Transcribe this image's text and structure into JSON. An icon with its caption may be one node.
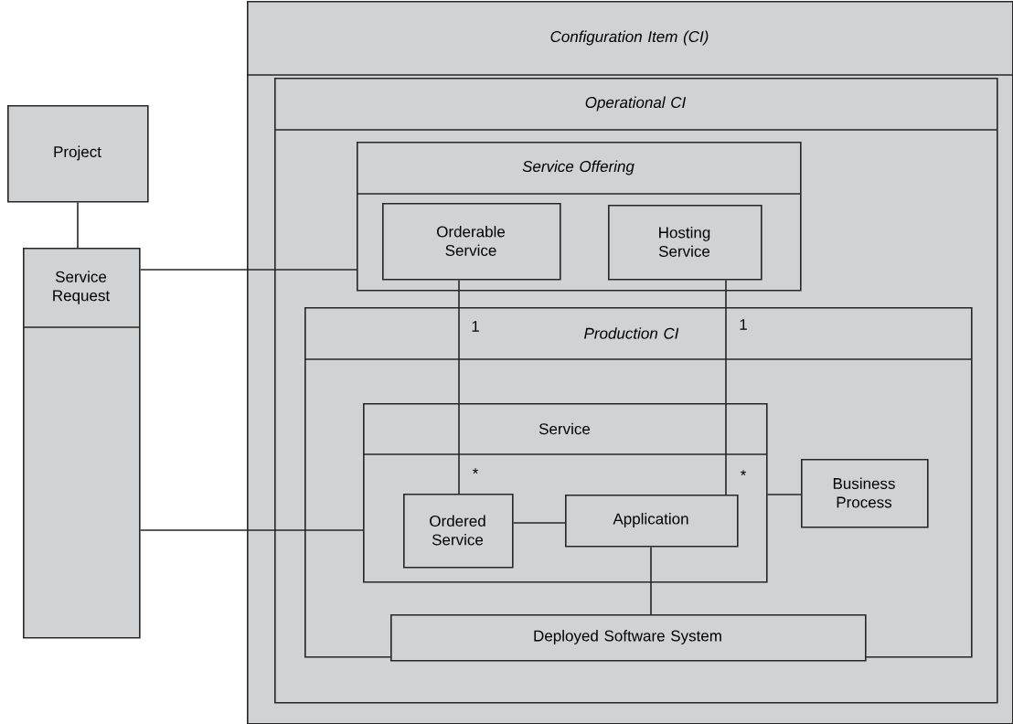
{
  "diagram": {
    "nodes": [
      {
        "text": [
          "Configuration Item (CI)"
        ]
      },
      {
        "text": [
          "Operational CI"
        ],
        "in": 0
      },
      {
        "text": [
          "Service Offering"
        ],
        "in": 1
      },
      {
        "text": [
          "Orderable Service"
        ],
        "in": 2
      },
      {
        "text": [
          "Hosting Service"
        ],
        "in": 2
      },
      {
        "text": [
          "Production CI"
        ],
        "in": 1
      },
      {
        "text": [
          "Service"
        ],
        "in": 5
      },
      {
        "text": [
          "Ordered Service"
        ],
        "in": 6
      },
      {
        "text": [
          "Application"
        ],
        "in": 6
      },
      {
        "text": [
          "Business Process"
        ],
        "in": 5
      },
      {
        "text": [
          "Deployed Software System"
        ],
        "in": 5
      },
      {
        "text": [
          "Project"
        ]
      },
      {
        "text": [
          "Service Request"
        ]
      }
    ],
    "edges": [
      {
        "from": 11,
        "to": 12,
        "arrow": "none"
      },
      {
        "from": 12,
        "to": 2,
        "arrow": "none"
      },
      {
        "from": 12,
        "to": 6,
        "arrow": "none"
      },
      {
        "from": 3,
        "to": 7,
        "arrow": "none"
      },
      {
        "from": 4,
        "to": 8,
        "arrow": "none"
      },
      {
        "from": 7,
        "to": 8,
        "arrow": "none"
      },
      {
        "from": 6,
        "to": 9,
        "arrow": "none"
      },
      {
        "from": 8,
        "to": 10,
        "arrow": "none"
      }
    ],
    "labels": [
      "1",
      "1",
      "*",
      "*"
    ]
  }
}
